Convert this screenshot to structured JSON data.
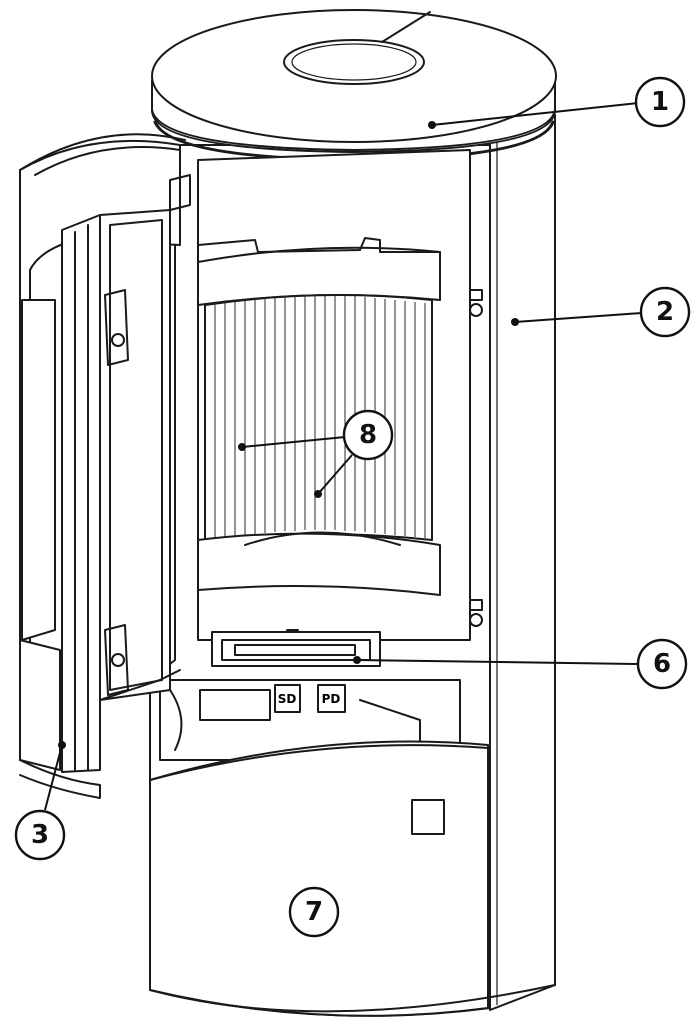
{
  "callouts": [
    {
      "id": "c1",
      "label": "1"
    },
    {
      "id": "c2",
      "label": "2"
    },
    {
      "id": "c3",
      "label": "3"
    },
    {
      "id": "c6",
      "label": "6"
    },
    {
      "id": "c7",
      "label": "7"
    },
    {
      "id": "c8",
      "label": "8"
    }
  ],
  "control_labels": {
    "left_knob": "SD",
    "right_knob": "PD"
  },
  "colors": {
    "line": "#1a1a1a",
    "fill": "#ffffff"
  }
}
